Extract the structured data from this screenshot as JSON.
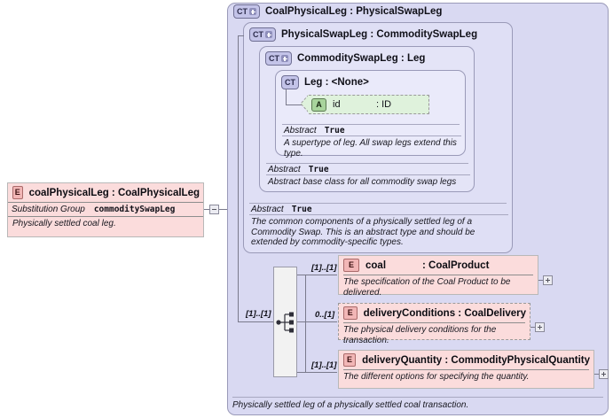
{
  "diagram": {
    "kind": "xsd-element-diagram",
    "caption": "Physically settled leg of a physically settled coal transaction."
  },
  "source_element": {
    "badge": "E",
    "title": "coalPhysicalLeg : CoalPhysicalLeg",
    "substitution_group_label": "Substitution Group",
    "substitution_group_value": "commoditySwapLeg",
    "documentation": "Physically settled coal leg."
  },
  "type_hierarchy": [
    {
      "badge": "CT",
      "expandable": true,
      "title": "CoalPhysicalLeg : PhysicalSwapLeg"
    },
    {
      "badge": "CT",
      "expandable": true,
      "title": "PhysicalSwapLeg : CommoditySwapLeg"
    },
    {
      "badge": "CT",
      "expandable": true,
      "title": "CommoditySwapLeg : Leg"
    },
    {
      "badge": "CT",
      "expandable": false,
      "title": "Leg      : <None>"
    }
  ],
  "attribute": {
    "badge": "A",
    "name": "id",
    "type": ": ID"
  },
  "abstract_rows": [
    {
      "label": "Abstract",
      "value": "True",
      "documentation": "A supertype of leg. All swap legs extend this type."
    },
    {
      "label": "Abstract",
      "value": "True",
      "documentation": "Abstract base class for all commodity swap legs"
    },
    {
      "label": "Abstract",
      "value": "True",
      "documentation": "The common components of a physically settled leg of a Commodity Swap. This is an abstract type and should be extended by commodity-specific types."
    }
  ],
  "compositor": {
    "name": "sequence",
    "cardinality": "[1]..[1]"
  },
  "children": [
    {
      "badge": "E",
      "name": "coal",
      "type": ": CoalProduct",
      "documentation": "The specification of the Coal Product to be delivered.",
      "cardinality": "[1]..[1]",
      "optional": false,
      "expand": "+"
    },
    {
      "badge": "E",
      "name": "deliveryConditions : CoalDelivery",
      "type": "",
      "documentation": "The physical delivery conditions for the transaction.",
      "cardinality": "0..[1]",
      "optional": true,
      "expand": "+"
    },
    {
      "badge": "E",
      "name": "deliveryQuantity : CommodityPhysicalQuantity",
      "type": "",
      "documentation": "The different options for specifying the quantity.",
      "cardinality": "[1]..[1]",
      "optional": false,
      "expand": "+"
    }
  ],
  "toggles": {
    "source_collapse": "-",
    "child_expand": "+"
  },
  "colors": {
    "element_fill": "#fbdcdc",
    "type_fill": "#d9d9f2",
    "attribute_fill": "#dff2dc",
    "line": "#7a7a8c"
  }
}
